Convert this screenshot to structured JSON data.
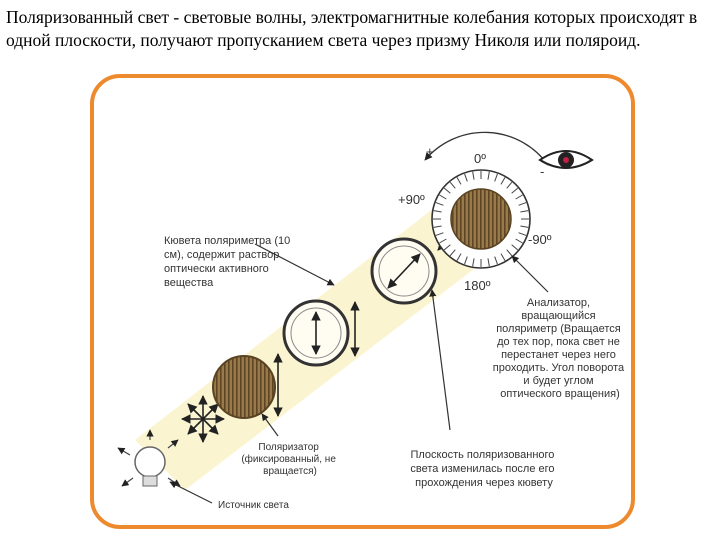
{
  "caption": "Поляризованный свет  - световые волны, электромагнитные колебания которых происходят в одной плоскости, получают пропусканием света через призму Николя или поляроид.",
  "diagram": {
    "scale": {
      "top": "0º",
      "left": "+90º",
      "right": "-90º",
      "bottom": "180º",
      "plus": "+",
      "minus": "-"
    },
    "labels": {
      "cuvette": [
        "Кювета поляриметра (10",
        "см), содержит раствор",
        "оптически активного",
        "вещества"
      ],
      "analyzer": [
        "Анализатор,",
        "вращающийся",
        "поляриметр (Вращается",
        "до тех пор, пока свет не",
        "перестанет через него",
        "проходить. Угол поворота",
        "и будет углом",
        "оптического вращения)"
      ],
      "polarizer": [
        "Поляризатор",
        "(фиксированный, не",
        "вращается)"
      ],
      "plane": [
        "Плоскость поляризованного",
        "света изменилась после его",
        "прохождения через кювету"
      ],
      "source": [
        "Источник света"
      ]
    },
    "colors": {
      "frame": "#ee8a2e",
      "beam": "#fbf3cf",
      "filter": "#8b6a3c"
    }
  }
}
